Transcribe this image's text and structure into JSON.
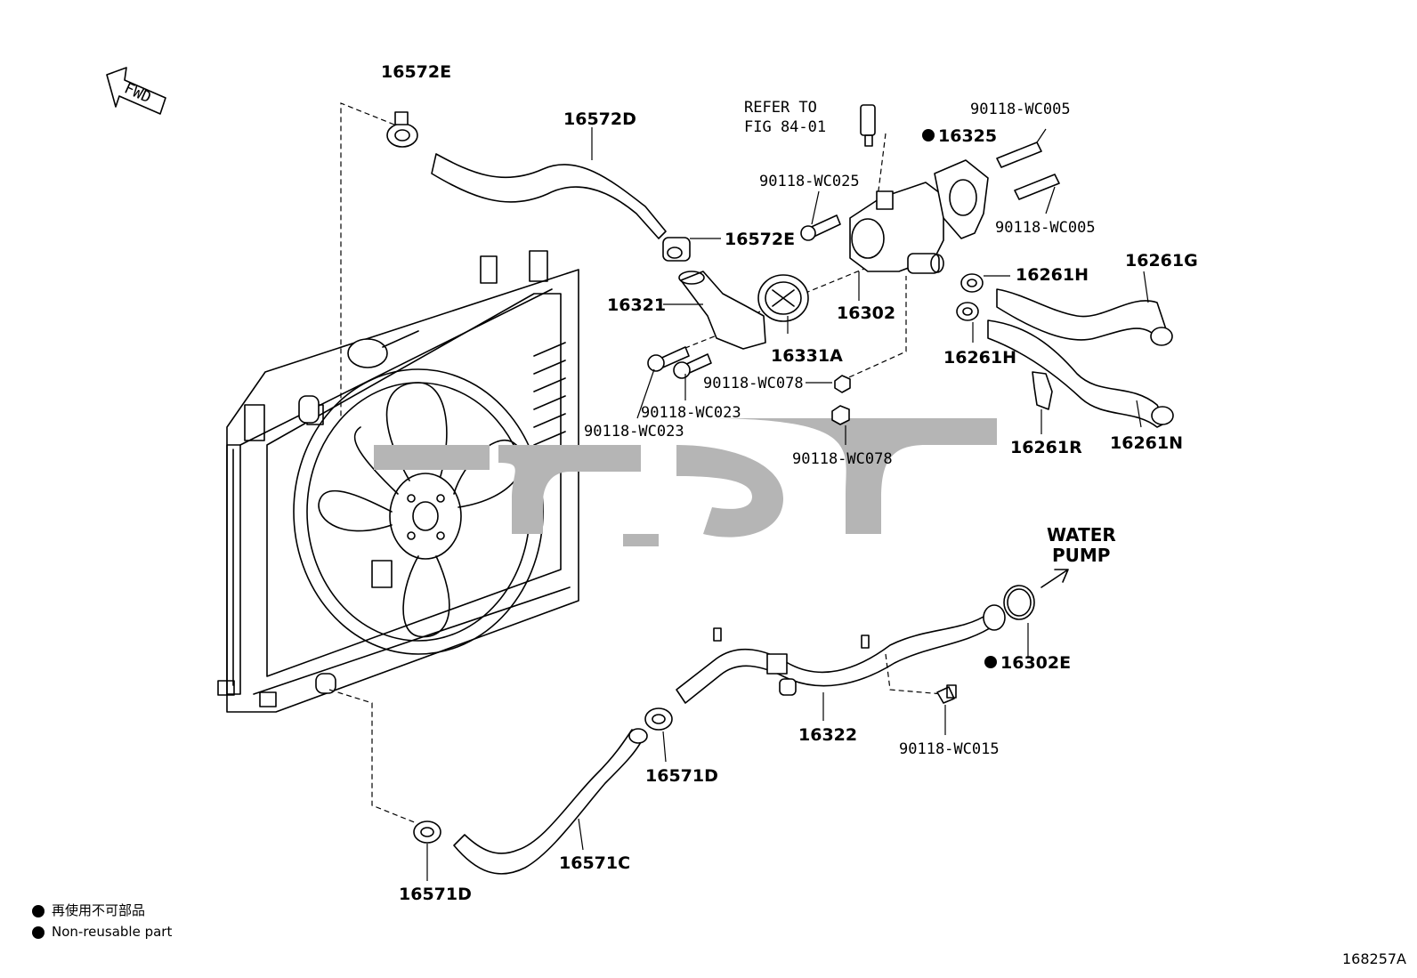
{
  "direction_label": "FWD",
  "labels": {
    "p16572E_top": "16572E",
    "p16572D": "16572D",
    "p16572E_mid": "16572E",
    "refer_to": "REFER TO",
    "fig_ref": "FIG 84-01",
    "p16325": "16325",
    "w005_top": "90118-WC005",
    "w025": "90118-WC025",
    "w005_bot": "90118-WC005",
    "p16261G": "16261G",
    "p16261H_top": "16261H",
    "p16321": "16321",
    "p16302": "16302",
    "p16331A": "16331A",
    "p16261H_bot": "16261H",
    "w078_top": "90118-WC078",
    "w023_a": "90118-WC023",
    "w023_b": "90118-WC023",
    "p16261R": "16261R",
    "p16261N": "16261N",
    "w078_bot": "90118-WC078",
    "water": "WATER",
    "pump": "PUMP",
    "p16302E": "16302E",
    "p16322": "16322",
    "w015": "90118-WC015",
    "p16571D_mid": "16571D",
    "p16571C": "16571C",
    "p16571D_bot": "16571D"
  },
  "legend": {
    "line1": "再使用不可部品",
    "line2": "Non-reusable part"
  },
  "figure_id": "168257A",
  "colors": {
    "line": "#000000",
    "watermark": "#b5b5b5",
    "background": "#ffffff"
  }
}
